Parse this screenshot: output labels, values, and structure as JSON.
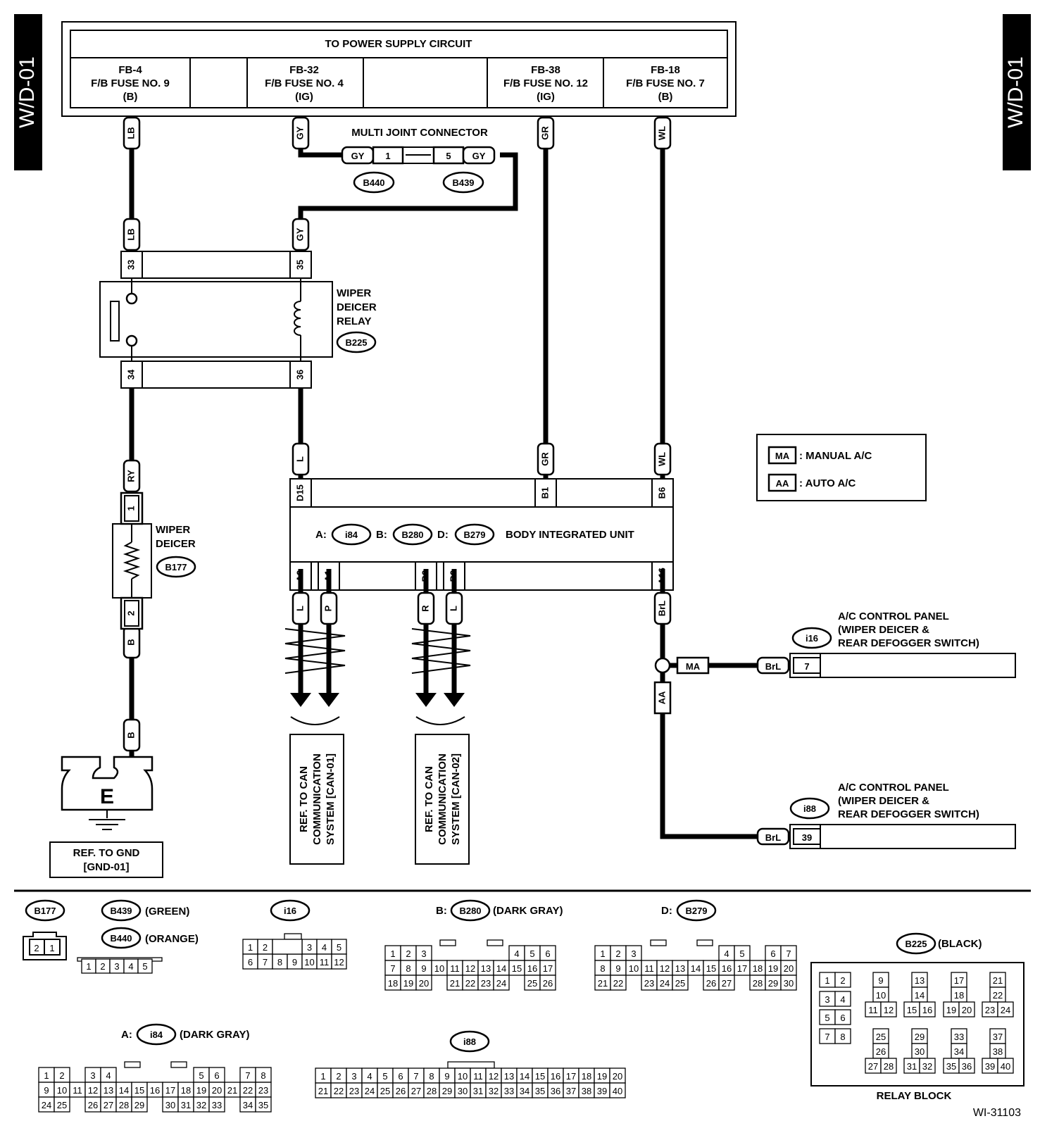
{
  "page_tag": "W/D-01",
  "power": {
    "title": "TO POWER SUPPLY CIRCUIT",
    "fuses": [
      {
        "code": "FB-4",
        "name": "F/B FUSE NO. 9",
        "type": "(B)"
      },
      {
        "code": "FB-32",
        "name": "F/B FUSE NO. 4",
        "type": "(IG)"
      },
      {
        "code": "FB-38",
        "name": "F/B FUSE NO. 12",
        "type": "(IG)"
      },
      {
        "code": "FB-18",
        "name": "F/B FUSE NO. 7",
        "type": "(B)"
      }
    ]
  },
  "wire_colors": {
    "lb": "LB",
    "gy": "GY",
    "gr": "GR",
    "wl": "WL",
    "ry": "RY",
    "b": "B",
    "l": "L",
    "p": "P",
    "r": "R",
    "brl": "BrL"
  },
  "multi_joint": {
    "title": "MULTI JOINT CONNECTOR",
    "pin_left": "1",
    "pin_right": "5",
    "conn_left": "B440",
    "conn_right": "B439"
  },
  "relay": {
    "label_1": "WIPER",
    "label_2": "DEICER",
    "label_3": "RELAY",
    "conn": "B225",
    "pins": [
      "33",
      "35",
      "34",
      "36"
    ]
  },
  "deicer": {
    "label_1": "WIPER",
    "label_2": "DEICER",
    "conn": "B177",
    "pins": [
      "1",
      "2"
    ]
  },
  "ground": {
    "symbol": "E",
    "ref_1": "REF. TO GND",
    "ref_2": "[GND-01]"
  },
  "biu": {
    "title": "BODY INTEGRATED UNIT",
    "conn_a_prefix": "A:",
    "conn_a": "i84",
    "conn_b_prefix": "B:",
    "conn_b": "B280",
    "conn_d_prefix": "D:",
    "conn_d": "B279",
    "top_pins": [
      "D15",
      "B1",
      "B6"
    ],
    "bottom_pins": [
      "A9",
      "A1",
      "B3",
      "B9",
      "A16"
    ]
  },
  "legend": {
    "ma_code": "MA",
    "ma_text": ": MANUAL A/C",
    "aa_code": "AA",
    "aa_text": ": AUTO A/C"
  },
  "can_refs": [
    {
      "l1": "REF. TO CAN",
      "l2": "COMMUNICATION",
      "l3": "SYSTEM [CAN-01]"
    },
    {
      "l1": "REF. TO CAN",
      "l2": "COMMUNICATION",
      "l3": "SYSTEM [CAN-02]"
    }
  ],
  "panel_i16": {
    "l1": "A/C CONTROL PANEL",
    "l2": "(WIPER DEICER &",
    "l3": "REAR DEFOGGER SWITCH)",
    "conn": "i16",
    "pin": "7"
  },
  "panel_i88": {
    "l1": "A/C CONTROL PANEL",
    "l2": "(WIPER DEICER &",
    "l3": "REAR DEFOGGER SWITCH)",
    "conn": "i88",
    "pin": "39"
  },
  "connectors": {
    "b177": "B177",
    "b439": "B439",
    "b439_color": "(GREEN)",
    "b440": "B440",
    "b440_color": "(ORANGE)",
    "i16": "i16",
    "b280_prefix": "B:",
    "b280": "B280",
    "b280_color": "(DARK GRAY)",
    "b279_prefix": "D:",
    "b279": "B279",
    "b225": "B225",
    "b225_color": "(BLACK)",
    "relay_block": "RELAY BLOCK",
    "i84_prefix": "A:",
    "i84": "i84",
    "i84_color": "(DARK GRAY)",
    "i88": "i88"
  },
  "figure_id": "WI-31103"
}
